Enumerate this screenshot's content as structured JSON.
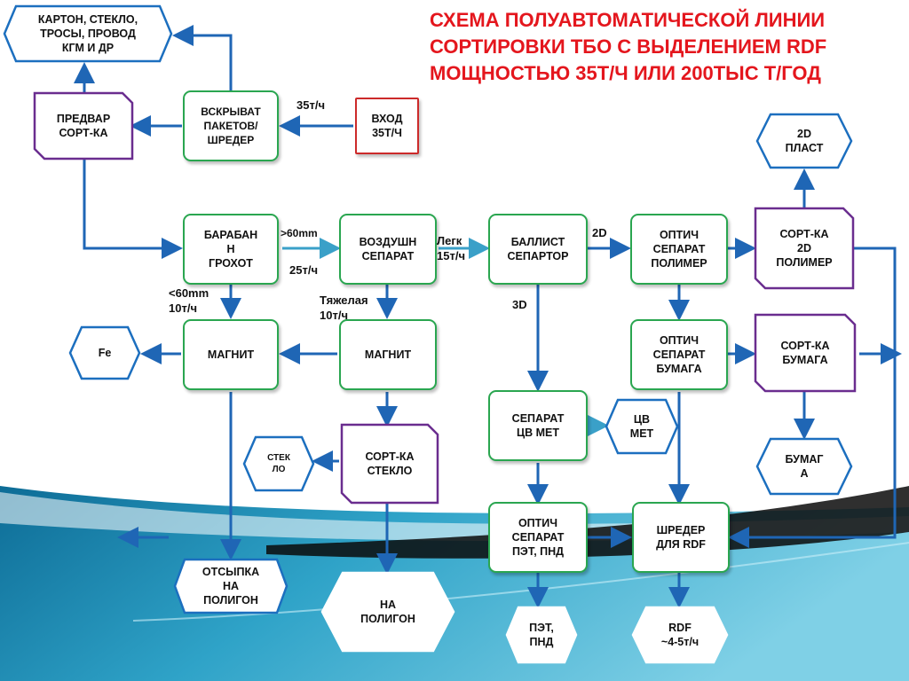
{
  "title": "СХЕМА ПОЛУАВТОМАТИЧЕСКОЙ ЛИНИИ\nСОРТИРОВКИ ТБО С ВЫДЕЛЕНИЕМ RDF\nМОЩНОСТЬЮ 35Т/Ч ИЛИ 200ТЫС Т/ГОД",
  "colors": {
    "title": "#e4161d",
    "green_border": "#2aa650",
    "purple_border": "#6a2d8f",
    "blue_border": "#1c6fbf",
    "red_border": "#cc2a2a",
    "arrow": "#1f66b5",
    "arrow_light": "#3aa0c8"
  },
  "nodes": {
    "karton": "КАРТОН, СТЕКЛО,\nТРОСЫ, ПРОВОД\nКГМ И ДР",
    "vskryvat": "ВСКРЫВАТ\nПАКЕТОВ/\nШРЕДЕР",
    "vhod": "ВХОД\n35Т/Ч",
    "predvar": "ПРЕДВАР\nСОРТ-КА",
    "baraban": "БАРАБАН\nН\nГРОХОТ",
    "vozdush": "ВОЗДУШН\nСЕПАРАТ",
    "ballist": "БАЛЛИСТ\nСЕПАРТОР",
    "optich_polimer": "ОПТИЧ\nСЕПАРАТ\nПОЛИМЕР",
    "sort_2d": "СОРТ-КА\n2D\nПОЛИМЕР",
    "plast_2d": "2D\nПЛАСТ",
    "fe": "Fe",
    "magnit1": "МАГНИТ",
    "magnit2": "МАГНИТ",
    "optich_bumaga": "ОПТИЧ\nСЕПАРАТ\nБУМАГА",
    "sort_bumaga": "СОРТ-КА\nБУМАГА",
    "separat_cv": "СЕПАРАТ\nЦВ МЕТ",
    "cv_met": "ЦВ\nМЕТ",
    "steklo": "СТЕК\nЛО",
    "sort_steklo": "СОРТ-КА\nСТЕКЛО",
    "bumaga": "БУМАГ\nА",
    "optich_pet": "ОПТИЧ\nСЕПАРАТ\nПЭТ, ПНД",
    "shreder_rdf": "ШРЕДЕР\nДЛЯ RDF",
    "otsypka": "ОТСЫПКА\nНА\nПОЛИГОН",
    "na_poligon": "НА\nПОЛИГОН",
    "pet_pnd": "ПЭТ,\nПНД",
    "rdf_out": "RDF\n~4-5т/ч"
  },
  "edge_labels": {
    "in_rate": "35т/ч",
    "gt60": ">60mm",
    "rate25": "25т/ч",
    "lt60": "<60mm\n10т/ч",
    "light": "Легк\n15т/ч",
    "heavy": "Тяжелая\n10т/ч",
    "d2": "2D",
    "d3": "3D"
  }
}
